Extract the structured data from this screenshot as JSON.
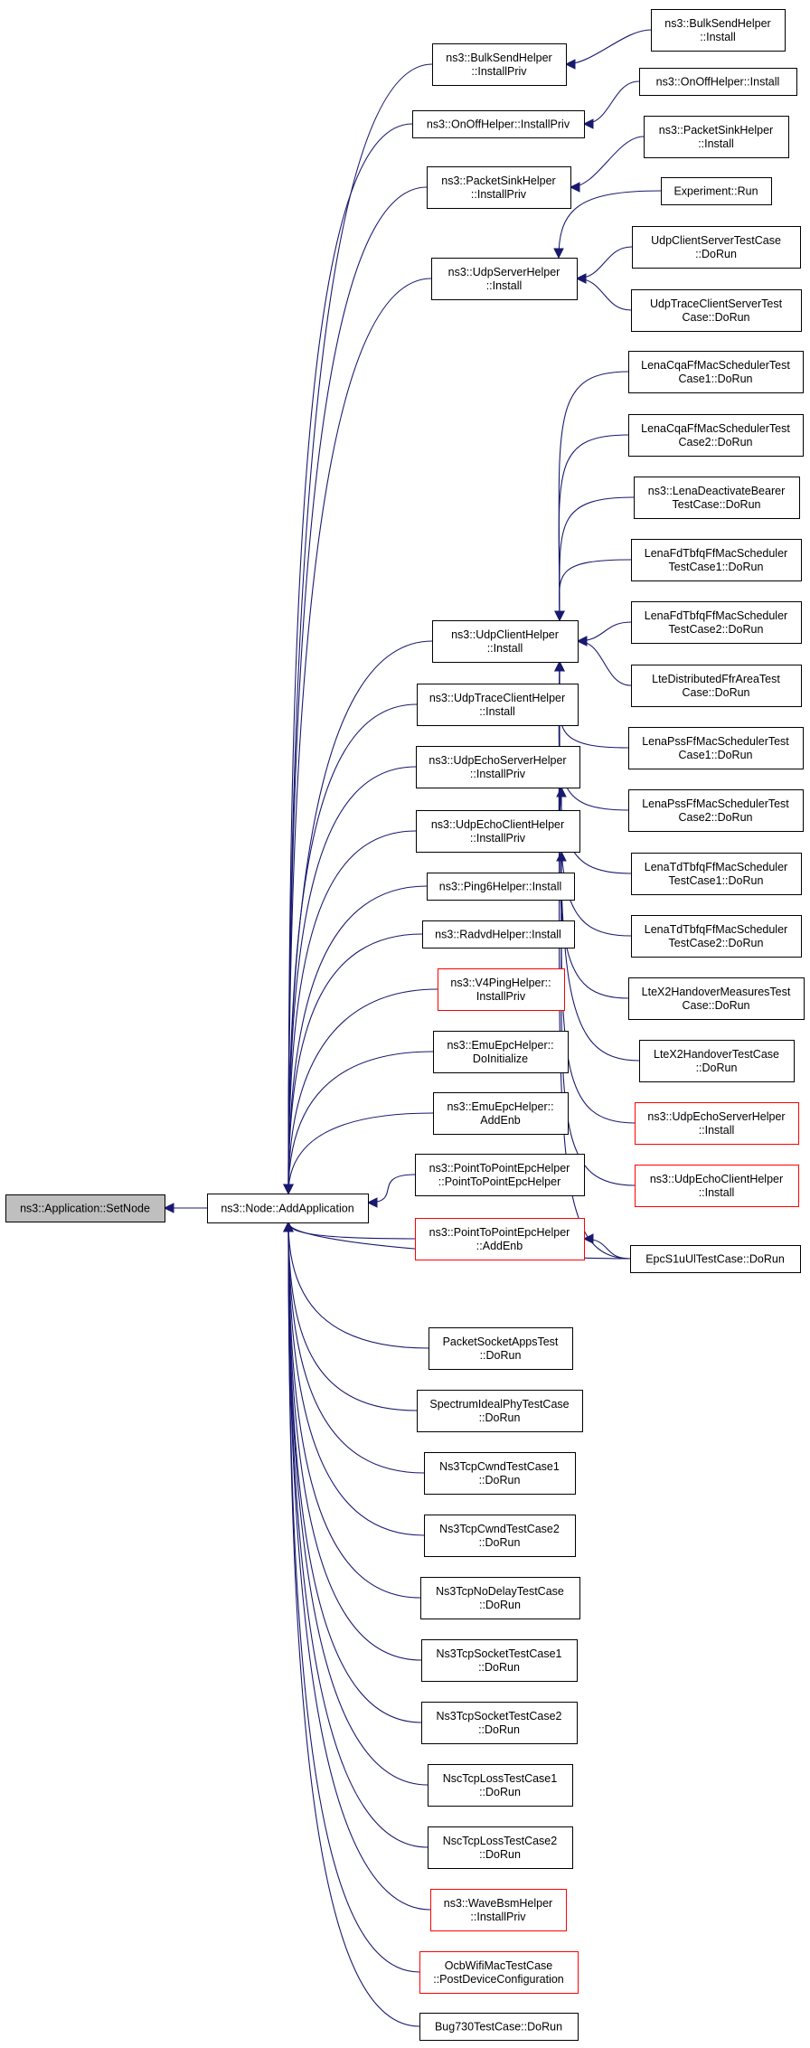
{
  "colors": {
    "edge": "#191970",
    "node_border": "#000000",
    "link_missing_border": "#ff0000",
    "root_fill": "#bfbfbf",
    "background": "#ffffff"
  },
  "nodes": [
    {
      "id": "setnode",
      "lines": [
        "ns3::Application::SetNode"
      ],
      "style": "gray"
    },
    {
      "id": "addapp",
      "lines": [
        "ns3::Node::AddApplication"
      ],
      "style": "normal"
    },
    {
      "id": "bulkpriv",
      "lines": [
        "ns3::BulkSendHelper",
        "::InstallPriv"
      ],
      "style": "normal"
    },
    {
      "id": "onoffpriv",
      "lines": [
        "ns3::OnOffHelper::InstallPriv"
      ],
      "style": "normal"
    },
    {
      "id": "sinkpriv",
      "lines": [
        "ns3::PacketSinkHelper",
        "::InstallPriv"
      ],
      "style": "normal"
    },
    {
      "id": "udpserver",
      "lines": [
        "ns3::UdpServerHelper",
        "::Install"
      ],
      "style": "normal"
    },
    {
      "id": "udpclient",
      "lines": [
        "ns3::UdpClientHelper",
        "::Install"
      ],
      "style": "normal"
    },
    {
      "id": "udptrace",
      "lines": [
        "ns3::UdpTraceClientHelper",
        "::Install"
      ],
      "style": "normal"
    },
    {
      "id": "echoserverpriv",
      "lines": [
        "ns3::UdpEchoServerHelper",
        "::InstallPriv"
      ],
      "style": "normal"
    },
    {
      "id": "echoclientpriv",
      "lines": [
        "ns3::UdpEchoClientHelper",
        "::InstallPriv"
      ],
      "style": "normal"
    },
    {
      "id": "ping6",
      "lines": [
        "ns3::Ping6Helper::Install"
      ],
      "style": "normal"
    },
    {
      "id": "radvd",
      "lines": [
        "ns3::RadvdHelper::Install"
      ],
      "style": "normal"
    },
    {
      "id": "v4ping",
      "lines": [
        "ns3::V4PingHelper::",
        "InstallPriv"
      ],
      "style": "red"
    },
    {
      "id": "emuinit",
      "lines": [
        "ns3::EmuEpcHelper::",
        "DoInitialize"
      ],
      "style": "normal"
    },
    {
      "id": "emuaddenb",
      "lines": [
        "ns3::EmuEpcHelper::",
        "AddEnb"
      ],
      "style": "normal"
    },
    {
      "id": "p2pctor",
      "lines": [
        "ns3::PointToPointEpcHelper",
        "::PointToPointEpcHelper"
      ],
      "style": "normal"
    },
    {
      "id": "p2paddenb",
      "lines": [
        "ns3::PointToPointEpcHelper",
        "::AddEnb"
      ],
      "style": "red"
    },
    {
      "id": "packetsocket",
      "lines": [
        "PacketSocketAppsTest",
        "::DoRun"
      ],
      "style": "normal"
    },
    {
      "id": "spectrumideal",
      "lines": [
        "SpectrumIdealPhyTestCase",
        "::DoRun"
      ],
      "style": "normal"
    },
    {
      "id": "cwnd1",
      "lines": [
        "Ns3TcpCwndTestCase1",
        "::DoRun"
      ],
      "style": "normal"
    },
    {
      "id": "cwnd2",
      "lines": [
        "Ns3TcpCwndTestCase2",
        "::DoRun"
      ],
      "style": "normal"
    },
    {
      "id": "nodelay",
      "lines": [
        "Ns3TcpNoDelayTestCase",
        "::DoRun"
      ],
      "style": "normal"
    },
    {
      "id": "socket1",
      "lines": [
        "Ns3TcpSocketTestCase1",
        "::DoRun"
      ],
      "style": "normal"
    },
    {
      "id": "socket2",
      "lines": [
        "Ns3TcpSocketTestCase2",
        "::DoRun"
      ],
      "style": "normal"
    },
    {
      "id": "nscloss1",
      "lines": [
        "NscTcpLossTestCase1",
        "::DoRun"
      ],
      "style": "normal"
    },
    {
      "id": "nscloss2",
      "lines": [
        "NscTcpLossTestCase2",
        "::DoRun"
      ],
      "style": "normal"
    },
    {
      "id": "wavebsm",
      "lines": [
        "ns3::WaveBsmHelper",
        "::InstallPriv"
      ],
      "style": "red"
    },
    {
      "id": "ocbwifi",
      "lines": [
        "OcbWifiMacTestCase",
        "::PostDeviceConfiguration"
      ],
      "style": "red"
    },
    {
      "id": "bug730",
      "lines": [
        "Bug730TestCase::DoRun"
      ],
      "style": "normal"
    },
    {
      "id": "bulkinstall",
      "lines": [
        "ns3::BulkSendHelper",
        "::Install"
      ],
      "style": "normal"
    },
    {
      "id": "onoffinstall",
      "lines": [
        "ns3::OnOffHelper::Install"
      ],
      "style": "normal"
    },
    {
      "id": "sinkinstall",
      "lines": [
        "ns3::PacketSinkHelper",
        "::Install"
      ],
      "style": "normal"
    },
    {
      "id": "experiment",
      "lines": [
        "Experiment::Run"
      ],
      "style": "normal"
    },
    {
      "id": "udpcs",
      "lines": [
        "UdpClientServerTestCase",
        "::DoRun"
      ],
      "style": "normal"
    },
    {
      "id": "udptcs",
      "lines": [
        "UdpTraceClientServerTest",
        "Case::DoRun"
      ],
      "style": "normal"
    },
    {
      "id": "cqa1",
      "lines": [
        "LenaCqaFfMacSchedulerTest",
        "Case1::DoRun"
      ],
      "style": "normal"
    },
    {
      "id": "cqa2",
      "lines": [
        "LenaCqaFfMacSchedulerTest",
        "Case2::DoRun"
      ],
      "style": "normal"
    },
    {
      "id": "deactivate",
      "lines": [
        "ns3::LenaDeactivateBearer",
        "TestCase::DoRun"
      ],
      "style": "normal"
    },
    {
      "id": "fdtbfq1",
      "lines": [
        "LenaFdTbfqFfMacScheduler",
        "TestCase1::DoRun"
      ],
      "style": "normal"
    },
    {
      "id": "fdtbfq2",
      "lines": [
        "LenaFdTbfqFfMacScheduler",
        "TestCase2::DoRun"
      ],
      "style": "normal"
    },
    {
      "id": "distffr",
      "lines": [
        "LteDistributedFfrAreaTest",
        "Case::DoRun"
      ],
      "style": "normal"
    },
    {
      "id": "pss1",
      "lines": [
        "LenaPssFfMacSchedulerTest",
        "Case1::DoRun"
      ],
      "style": "normal"
    },
    {
      "id": "pss2",
      "lines": [
        "LenaPssFfMacSchedulerTest",
        "Case2::DoRun"
      ],
      "style": "normal"
    },
    {
      "id": "tdtbfq1",
      "lines": [
        "LenaTdTbfqFfMacScheduler",
        "TestCase1::DoRun"
      ],
      "style": "normal"
    },
    {
      "id": "tdtbfq2",
      "lines": [
        "LenaTdTbfqFfMacScheduler",
        "TestCase2::DoRun"
      ],
      "style": "normal"
    },
    {
      "id": "x2measures",
      "lines": [
        "LteX2HandoverMeasuresTest",
        "Case::DoRun"
      ],
      "style": "normal"
    },
    {
      "id": "x2handover",
      "lines": [
        "LteX2HandoverTestCase",
        "::DoRun"
      ],
      "style": "normal"
    },
    {
      "id": "echoserverinstall",
      "lines": [
        "ns3::UdpEchoServerHelper",
        "::Install"
      ],
      "style": "red"
    },
    {
      "id": "echoclientinstall",
      "lines": [
        "ns3::UdpEchoClientHelper",
        "::Install"
      ],
      "style": "red"
    },
    {
      "id": "epcs1u",
      "lines": [
        "EpcS1uUlTestCase::DoRun"
      ],
      "style": "normal"
    }
  ],
  "edges": [
    {
      "from": "addapp",
      "to": "setnode"
    },
    {
      "from": "bulkpriv",
      "to": "addapp"
    },
    {
      "from": "onoffpriv",
      "to": "addapp"
    },
    {
      "from": "sinkpriv",
      "to": "addapp"
    },
    {
      "from": "udpserver",
      "to": "addapp"
    },
    {
      "from": "udpclient",
      "to": "addapp"
    },
    {
      "from": "udptrace",
      "to": "addapp"
    },
    {
      "from": "echoserverpriv",
      "to": "addapp"
    },
    {
      "from": "echoclientpriv",
      "to": "addapp"
    },
    {
      "from": "ping6",
      "to": "addapp"
    },
    {
      "from": "radvd",
      "to": "addapp"
    },
    {
      "from": "v4ping",
      "to": "addapp"
    },
    {
      "from": "emuinit",
      "to": "addapp"
    },
    {
      "from": "emuaddenb",
      "to": "addapp"
    },
    {
      "from": "p2pctor",
      "to": "addapp"
    },
    {
      "from": "p2paddenb",
      "to": "addapp"
    },
    {
      "from": "epcs1u",
      "to": "addapp"
    },
    {
      "from": "packetsocket",
      "to": "addapp"
    },
    {
      "from": "spectrumideal",
      "to": "addapp"
    },
    {
      "from": "cwnd1",
      "to": "addapp"
    },
    {
      "from": "cwnd2",
      "to": "addapp"
    },
    {
      "from": "nodelay",
      "to": "addapp"
    },
    {
      "from": "socket1",
      "to": "addapp"
    },
    {
      "from": "socket2",
      "to": "addapp"
    },
    {
      "from": "nscloss1",
      "to": "addapp"
    },
    {
      "from": "nscloss2",
      "to": "addapp"
    },
    {
      "from": "wavebsm",
      "to": "addapp"
    },
    {
      "from": "ocbwifi",
      "to": "addapp"
    },
    {
      "from": "bug730",
      "to": "addapp"
    },
    {
      "from": "bulkinstall",
      "to": "bulkpriv"
    },
    {
      "from": "onoffinstall",
      "to": "onoffpriv"
    },
    {
      "from": "sinkinstall",
      "to": "sinkpriv"
    },
    {
      "from": "experiment",
      "to": "udpserver"
    },
    {
      "from": "udpcs",
      "to": "udpserver"
    },
    {
      "from": "udptcs",
      "to": "udpserver"
    },
    {
      "from": "cqa1",
      "to": "udpclient"
    },
    {
      "from": "cqa2",
      "to": "udpclient"
    },
    {
      "from": "deactivate",
      "to": "udpclient"
    },
    {
      "from": "fdtbfq1",
      "to": "udpclient"
    },
    {
      "from": "fdtbfq2",
      "to": "udpclient"
    },
    {
      "from": "distffr",
      "to": "udpclient"
    },
    {
      "from": "pss1",
      "to": "udpclient"
    },
    {
      "from": "pss2",
      "to": "udpclient"
    },
    {
      "from": "tdtbfq1",
      "to": "udpclient"
    },
    {
      "from": "tdtbfq2",
      "to": "udpclient"
    },
    {
      "from": "x2measures",
      "to": "udpclient"
    },
    {
      "from": "x2handover",
      "to": "udpclient"
    },
    {
      "from": "epcs1u",
      "to": "udpclient"
    },
    {
      "from": "echoserverinstall",
      "to": "echoserverpriv"
    },
    {
      "from": "echoclientinstall",
      "to": "echoclientpriv"
    },
    {
      "from": "epcs1u",
      "to": "p2paddenb"
    }
  ]
}
